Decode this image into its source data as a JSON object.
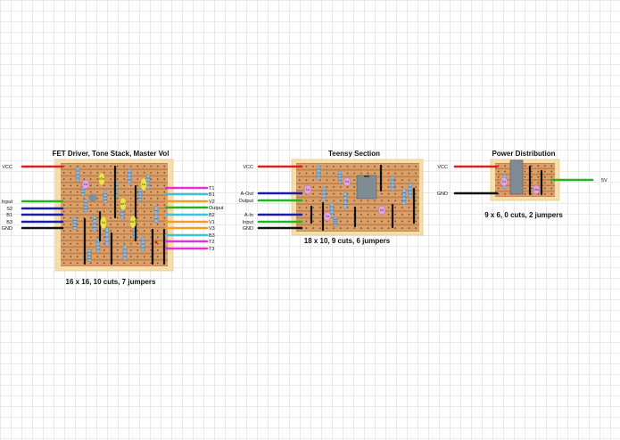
{
  "colors": {
    "red": "#d8201c",
    "blue": "#1c1ca6",
    "green": "#22b521",
    "black": "#111111",
    "magenta": "#e030d8",
    "cyan": "#3cc0de",
    "orange": "#f0a020",
    "board_frame": "#f6deaa",
    "stripboard": "#c47e4a",
    "strip": "#d9a06a"
  },
  "boards": [
    {
      "title": "FET Driver, Tone Stack, Master Vol",
      "footer": "16 x 16, 10 cuts, 7 jumpers",
      "left_wires": [
        {
          "label": "VCC",
          "color": "red"
        },
        {
          "label": "Input",
          "color": "green"
        },
        {
          "label": "S2",
          "color": "blue"
        },
        {
          "label": "B1",
          "color": "blue"
        },
        {
          "label": "B3",
          "color": "blue"
        },
        {
          "label": "GND",
          "color": "black"
        }
      ],
      "right_wires": [
        {
          "label": "T1",
          "color": "magenta"
        },
        {
          "label": "B1",
          "color": "cyan"
        },
        {
          "label": "V2",
          "color": "orange"
        },
        {
          "label": "Output",
          "color": "green"
        },
        {
          "label": "B2",
          "color": "cyan"
        },
        {
          "label": "V1",
          "color": "orange"
        },
        {
          "label": "V3",
          "color": "orange"
        },
        {
          "label": "B3",
          "color": "cyan"
        },
        {
          "label": "T2",
          "color": "magenta"
        },
        {
          "label": "T3",
          "color": "magenta"
        }
      ]
    },
    {
      "title": "Teensy Section",
      "footer": "18 x 10, 9 cuts, 6 jumpers",
      "left_wires": [
        {
          "label": "VCC",
          "color": "red"
        },
        {
          "label": "A-Out",
          "color": "blue"
        },
        {
          "label": "Output",
          "color": "green"
        },
        {
          "label": "A-In",
          "color": "blue"
        },
        {
          "label": "Input",
          "color": "green"
        },
        {
          "label": "GND",
          "color": "black"
        }
      ],
      "right_wires": []
    },
    {
      "title": "Power Distribution",
      "footer": "9 x 6, 0 cuts, 2 jumpers",
      "left_wires": [
        {
          "label": "VCC",
          "color": "red"
        },
        {
          "label": "GND",
          "color": "black"
        }
      ],
      "right_wires": [
        {
          "label": "5V",
          "color": "green"
        }
      ]
    }
  ]
}
